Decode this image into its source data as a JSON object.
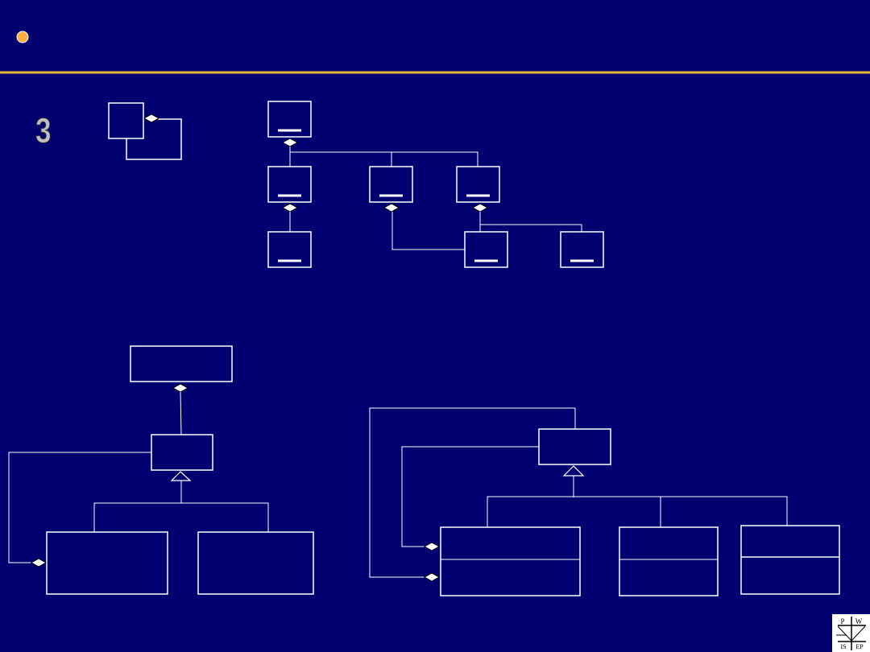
{
  "slide": {
    "number_label": "3"
  },
  "logo": {
    "top_left": "P",
    "top_right": "W",
    "bottom_left": "IS",
    "bottom_right": "EP"
  },
  "colors": {
    "background": "#000070",
    "rule": "#e8b830",
    "bullet": "#f8b040"
  }
}
